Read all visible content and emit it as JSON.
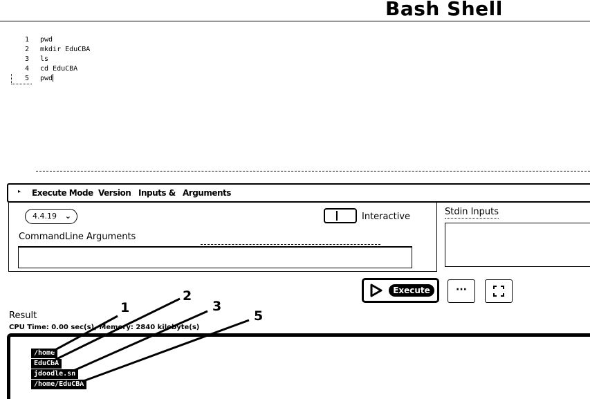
{
  "header": {
    "title": "Bash Shell"
  },
  "editor": {
    "lines": [
      {
        "num": "1",
        "code": "pwd"
      },
      {
        "num": "2",
        "code": "mkdir EduCBA"
      },
      {
        "num": "3",
        "code": "ls"
      },
      {
        "num": "4",
        "code": "cd EduCBA"
      },
      {
        "num": "5",
        "code": "pwd"
      }
    ]
  },
  "options_bar": {
    "items": [
      "Execute Mode",
      "Version",
      "Inputs &",
      "Arguments"
    ]
  },
  "controls": {
    "version": "4.4.19",
    "interactive_label": "Interactive",
    "cmd_args_label": "CommandLine Arguments",
    "stdin_label": "Stdin Inputs",
    "execute_label": "Execute",
    "more_label": "···"
  },
  "result": {
    "label": "Result",
    "stats": "CPU Time: 0.00 sec(s), Memory: 2840 kilobyte(s)",
    "lines": [
      "/home",
      "EduCBA",
      "jdoodle.sh",
      "/home/EduCBA"
    ]
  },
  "annotations": [
    "1",
    "2",
    "3",
    "5"
  ]
}
